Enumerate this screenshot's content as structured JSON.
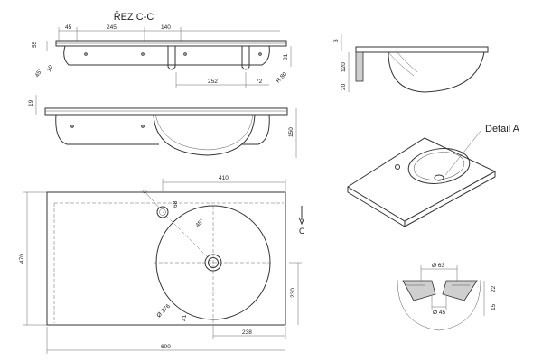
{
  "section_title": "ŘEZ C-C",
  "detail_label": "Detail A",
  "section_marker": "C",
  "dims": {
    "top_45": "45",
    "top_245": "245",
    "top_140": "140",
    "top_55": "55",
    "top_45deg": "45°",
    "top_10": "10",
    "top_81": "81",
    "top_252": "252",
    "top_72": "72",
    "top_r80": "R 80",
    "mid_19": "19",
    "mid_150": "150",
    "side_3": "3",
    "side_120": "120",
    "side_20": "20",
    "plan_410": "410",
    "plan_68": "68",
    "plan_45deg": "45°",
    "plan_470": "470",
    "plan_d376": "Ø 376",
    "plan_41": "41",
    "plan_230": "230",
    "plan_238": "238",
    "plan_600": "600",
    "det_d63": "Ø 63",
    "det_d45": "Ø 45",
    "det_22": "22",
    "det_15": "15"
  }
}
